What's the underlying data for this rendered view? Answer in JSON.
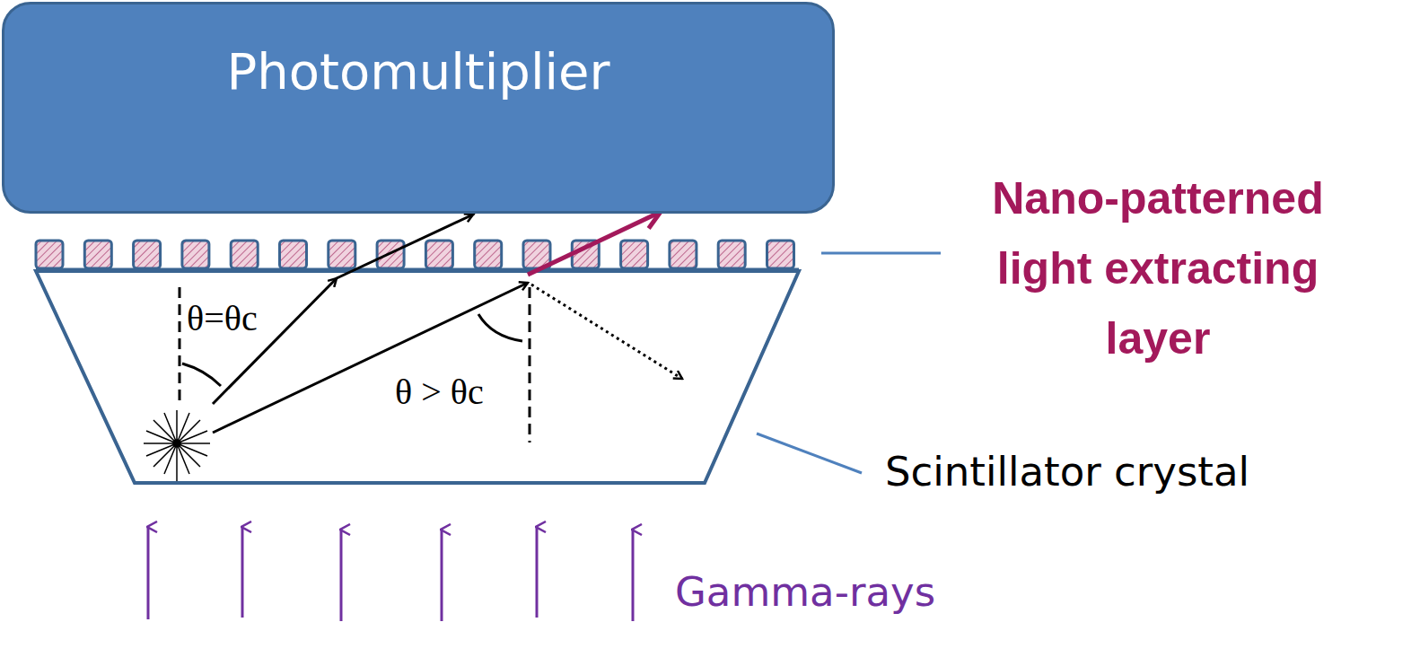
{
  "diagram": {
    "nodes": [
      {
        "text": [
          "Photomultiplier"
        ]
      }
    ],
    "labels": [
      "Nano-patterned light extracting layer",
      "Scintillator crystal",
      "Gamma-rays",
      "θ=θc",
      "θ > θc"
    ]
  }
}
